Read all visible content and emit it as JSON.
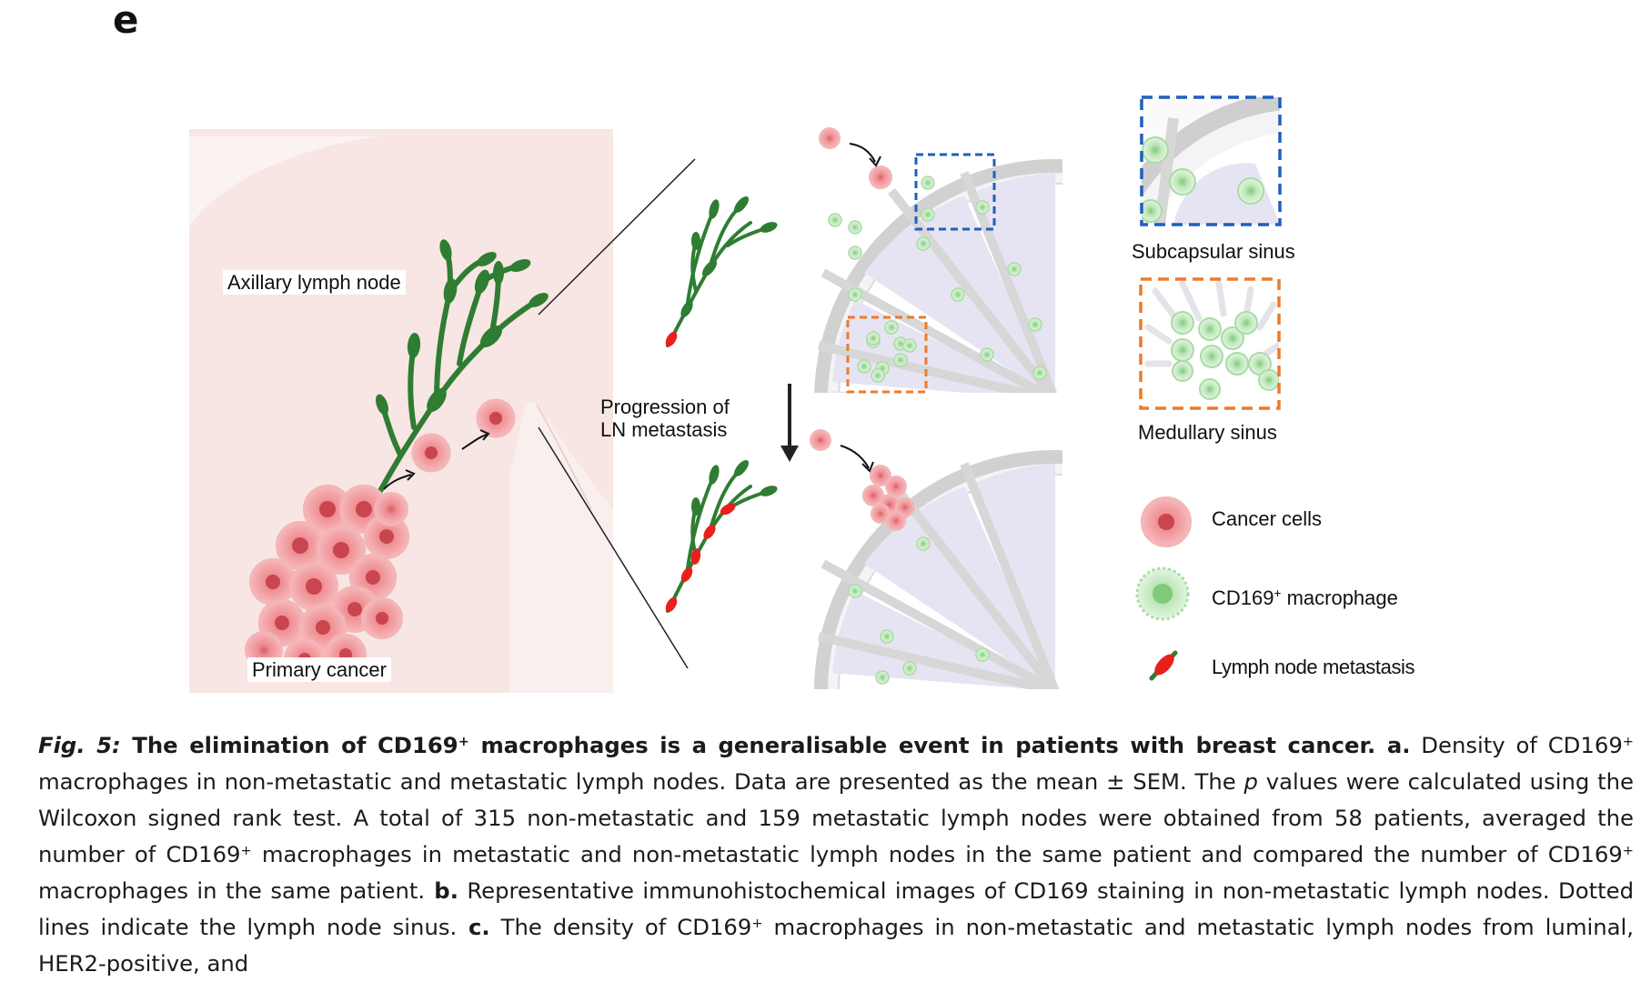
{
  "panel_letter": "e",
  "labels": {
    "axillary": "Axillary lymph node",
    "primary": "Primary cancer",
    "progression_line1": "Progression of",
    "progression_line2": "LN metastasis",
    "subcapsular": "Subcapsular sinus",
    "medullary": "Medullary sinus"
  },
  "legend": {
    "cancer": "Cancer cells",
    "macrophage_base": "CD169",
    "macrophage_sup": "+",
    "macrophage_rest": "macrophage",
    "metastasis": "Lymph node metastasis"
  },
  "colors": {
    "skin": "#f7e9e6",
    "vessel_green": "#2f7d32",
    "cancer_pink": "#ef8b8f",
    "macrophage_green": "#a8dca3",
    "metastasis_red": "#e8201c",
    "capsule_gray": "#b9b9b9",
    "cortex_lavender": "#e7e6f4",
    "subcapsular_box": "#1f5fbf",
    "medullary_box": "#ee7a2a"
  },
  "caption": {
    "fig_num": "Fig. 5:",
    "title_a": " The elimination of CD169",
    "title_sup": "+",
    "title_b": " macrophages is a generalisable event in patients with breast cancer.",
    "a_label": " a.",
    "a_text1": " Density of CD169",
    "sup": "+",
    "a_text2": " macrophages in non-metastatic and metastatic lymph nodes. Data are presented as the mean ± SEM. The ",
    "p_italic": "p",
    "a_text3": " values were calculated using the Wilcoxon signed rank test. A total of 315 non-metastatic and 159 metastatic lymph nodes were obtained from 58 patients, averaged the number of CD169",
    "a_text4": " macrophages in metastatic and non-metastatic lymph nodes in the same patient and compared the number of CD169",
    "a_text5": " macrophages in the same patient.",
    "b_label": " b.",
    "b_text": " Representative immunohistochemical images of CD169 staining in non-metastatic lymph nodes. Dotted lines indicate the lymph node sinus.",
    "c_label": " c.",
    "c_text1": " The density of CD169",
    "c_text2": " macrophages in non-metastatic and metastatic lymph nodes from luminal, HER2-positive, and"
  }
}
